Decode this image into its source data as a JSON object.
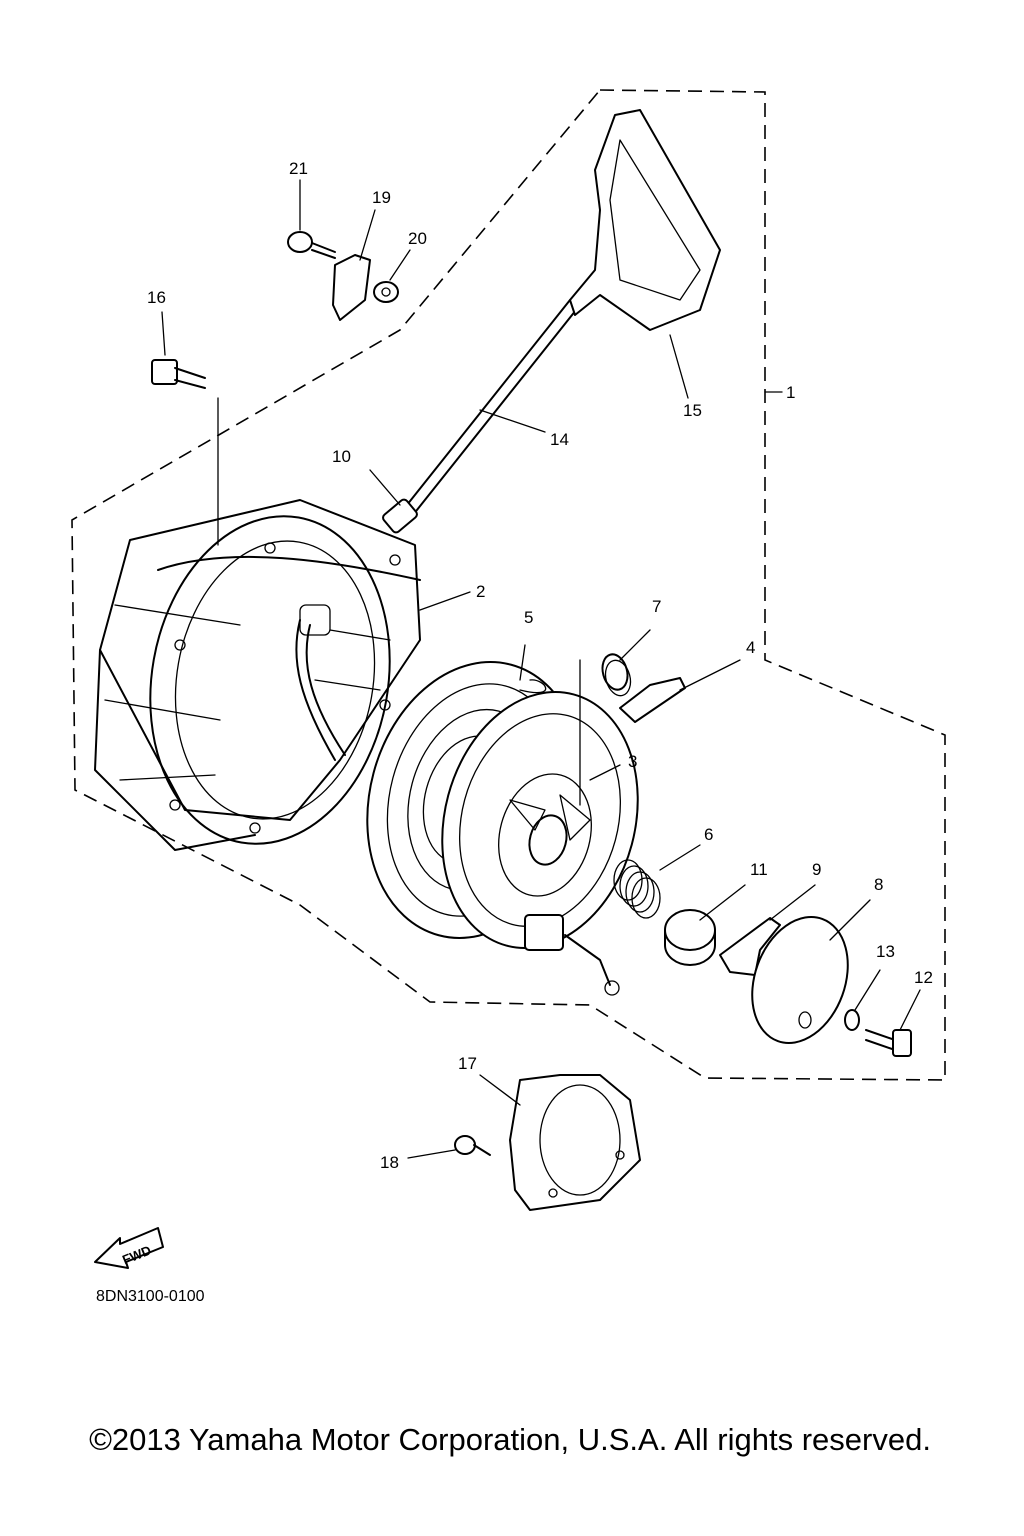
{
  "parts": [
    {
      "num": "1"
    },
    {
      "num": "2"
    },
    {
      "num": "3"
    },
    {
      "num": "4"
    },
    {
      "num": "5"
    },
    {
      "num": "6"
    },
    {
      "num": "7"
    },
    {
      "num": "8"
    },
    {
      "num": "9"
    },
    {
      "num": "10"
    },
    {
      "num": "11"
    },
    {
      "num": "12"
    },
    {
      "num": "13"
    },
    {
      "num": "14"
    },
    {
      "num": "15"
    },
    {
      "num": "16"
    },
    {
      "num": "17"
    },
    {
      "num": "18"
    },
    {
      "num": "19"
    },
    {
      "num": "20"
    },
    {
      "num": "21"
    }
  ],
  "direction_arrow": {
    "label": "FWD"
  },
  "diagram_code": "8DN3100-0100",
  "copyright": "©2013 Yamaha Motor Corporation, U.S.A. All rights reserved."
}
